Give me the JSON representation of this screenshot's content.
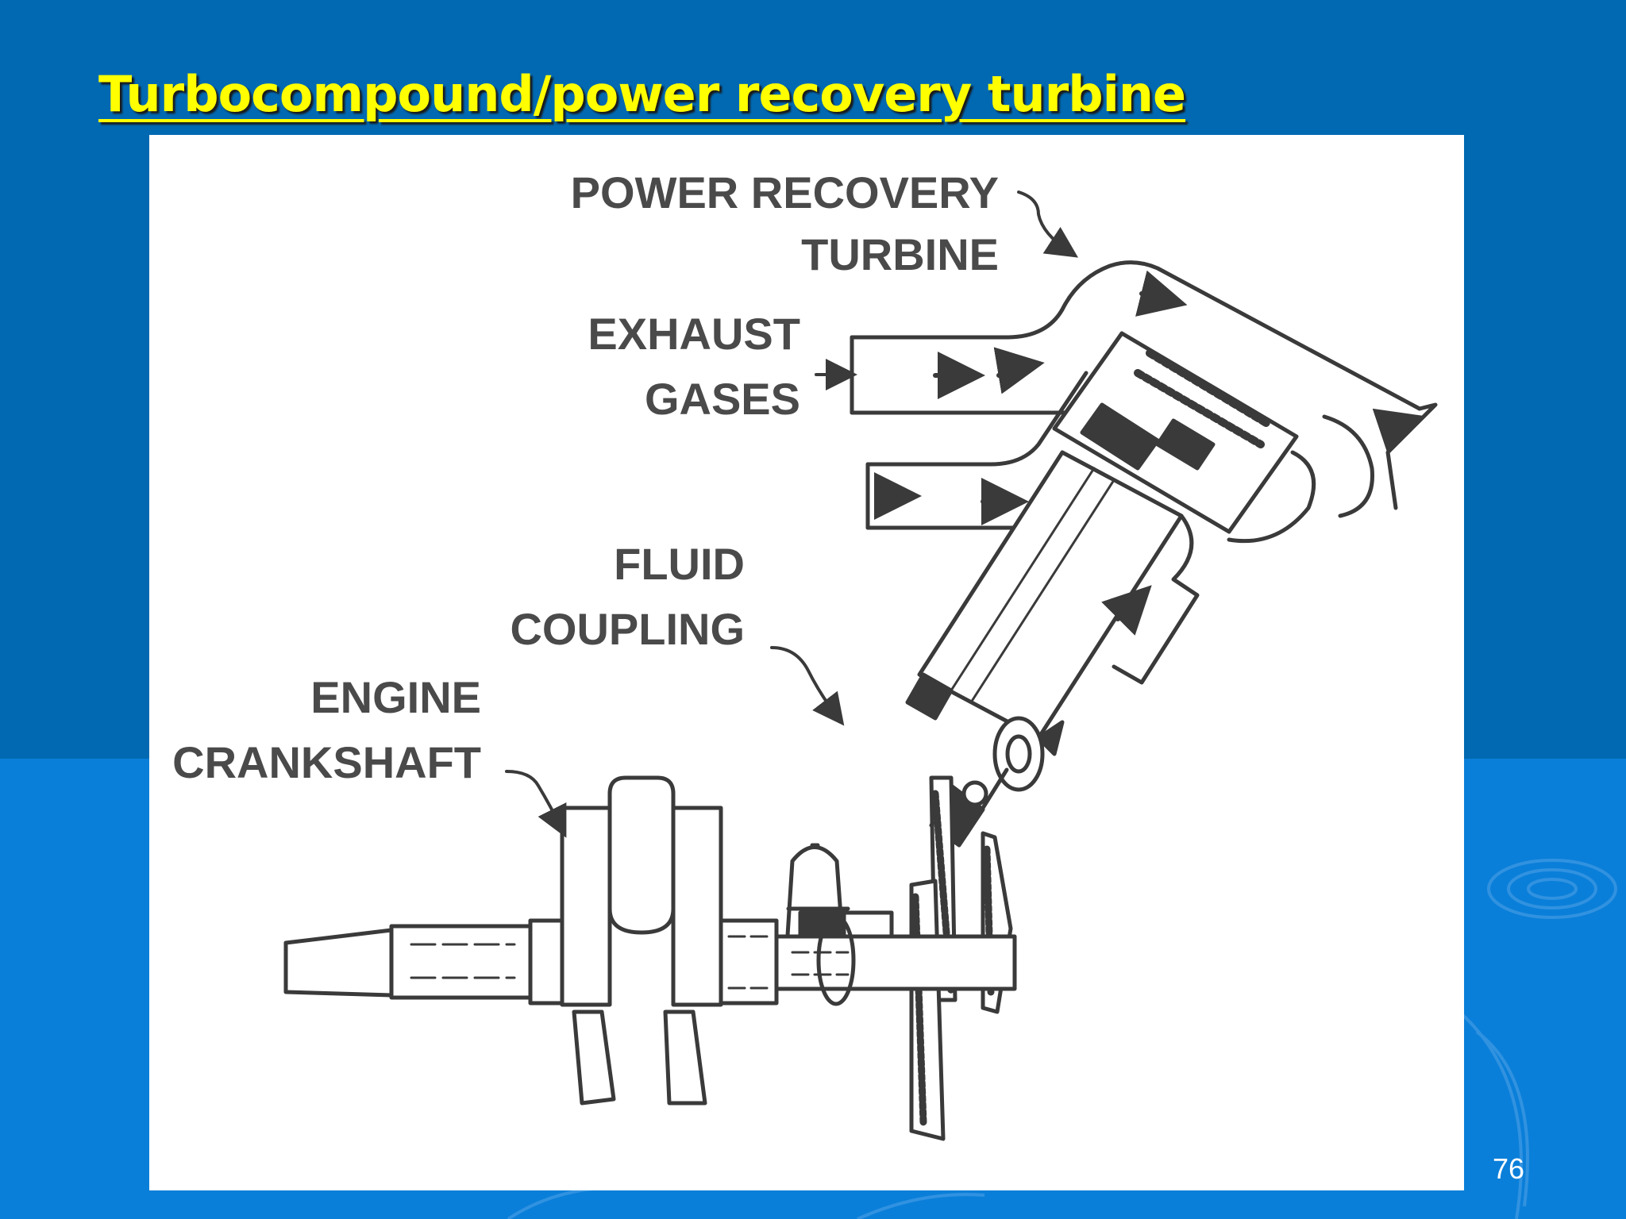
{
  "slide": {
    "title": "Turbocompound/power recovery turbine",
    "page_number": "76",
    "colors": {
      "background_top": "#0069b2",
      "background_bottom": "#0a7fd9",
      "title": "#ffff00",
      "diagram_ink": "#3a3a3a"
    }
  },
  "diagram": {
    "labels": {
      "power_recovery_turbine": [
        "POWER RECOVERY",
        "TURBINE"
      ],
      "exhaust_gases": [
        "EXHAUST",
        "GASES"
      ],
      "fluid_coupling": [
        "FLUID",
        "COUPLING"
      ],
      "engine_crankshaft": [
        "ENGINE",
        "CRANKSHAFT"
      ]
    }
  }
}
